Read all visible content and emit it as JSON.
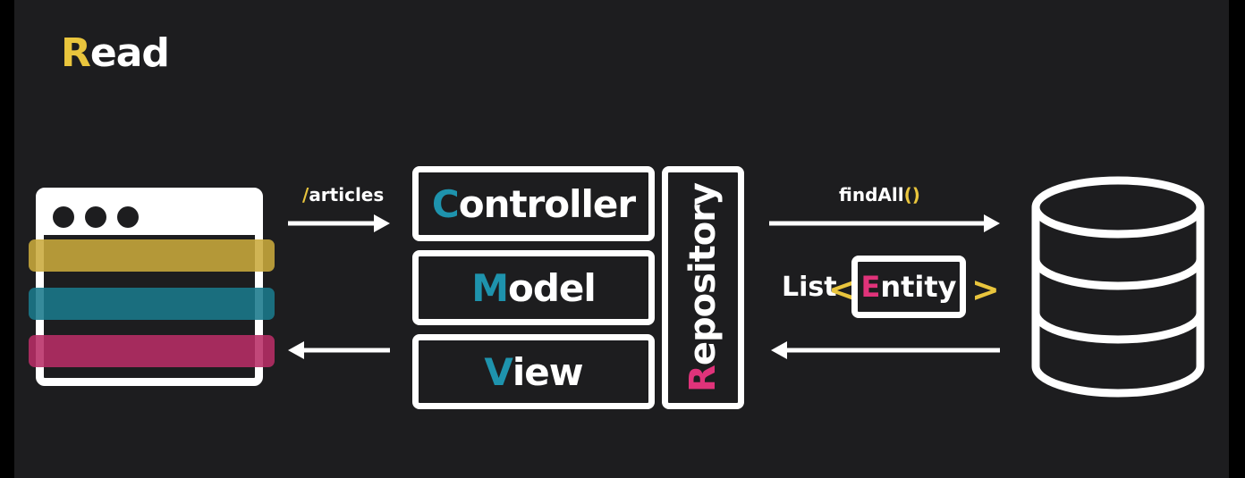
{
  "title": {
    "first_letter": "R",
    "rest": "ead"
  },
  "browser": {
    "stripes": [
      "yellow",
      "teal",
      "pink"
    ]
  },
  "request": {
    "path_slash": "/",
    "path_rest": "articles"
  },
  "mvc": {
    "controller": {
      "first": "C",
      "rest": "ontroller"
    },
    "model": {
      "first": "M",
      "rest": "odel"
    },
    "view": {
      "first": "V",
      "rest": "iew"
    },
    "repository": {
      "first": "R",
      "rest": "epository"
    }
  },
  "db_call": {
    "method": "findAll",
    "parens": "()"
  },
  "result": {
    "list": "List",
    "open": "<",
    "close": ">",
    "entity_first": "E",
    "entity_rest": "ntity"
  },
  "colors": {
    "background": "#1d1d1f",
    "yellow": "#e9c53d",
    "teal": "#1e93ad",
    "pink": "#e0337a",
    "stripe_yellow": "#c9aa3c",
    "stripe_teal": "#1a7a8c",
    "stripe_pink": "#b82d67"
  },
  "icons": [
    "browser-window-icon",
    "database-icon"
  ]
}
